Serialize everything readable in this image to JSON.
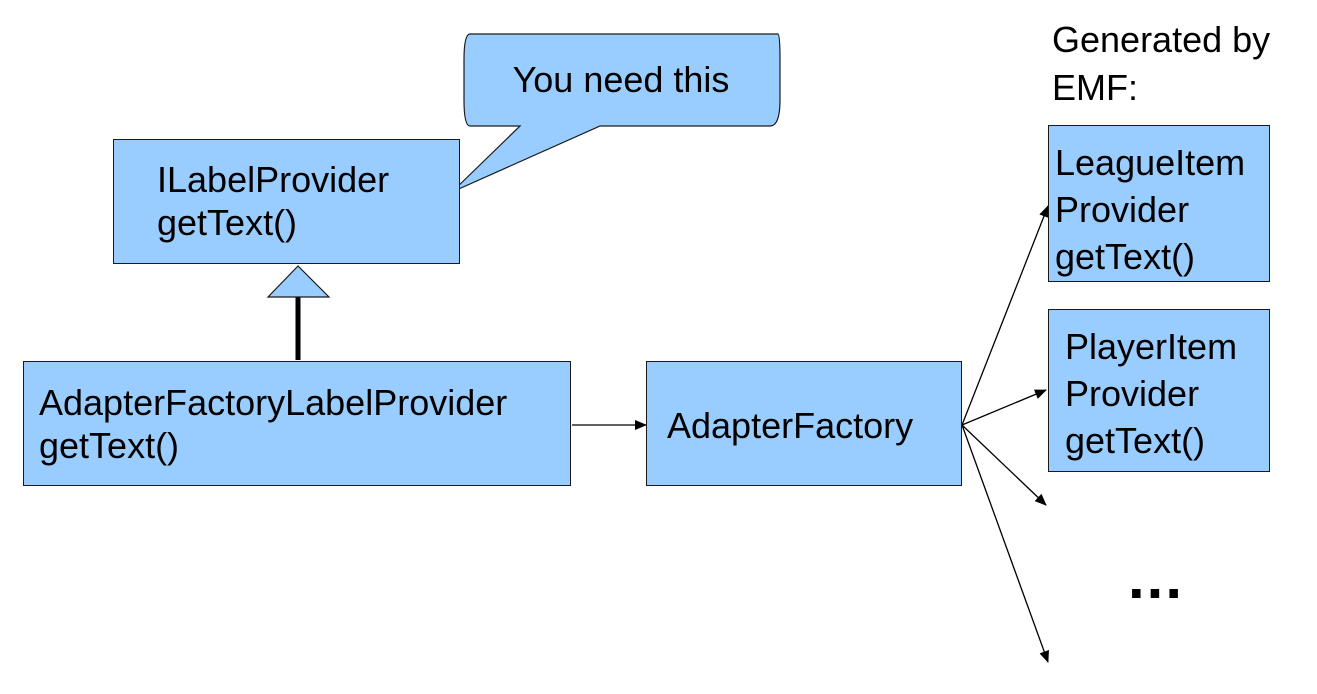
{
  "colors": {
    "box_fill": "#99ccff",
    "stroke": "#1a1a1a"
  },
  "callout": {
    "text": "You need this"
  },
  "generated_note": {
    "line1": "Generated by",
    "line2": "EMF:"
  },
  "ilabel_provider": {
    "line1": "ILabelProvider",
    "line2": "getText()"
  },
  "adapter_factory_label_provider": {
    "line1": "AdapterFactoryLabelProvider",
    "line2": "getText()"
  },
  "adapter_factory": {
    "label": "AdapterFactory"
  },
  "league_item_provider": {
    "line1": "LeagueItem",
    "line2": "Provider",
    "line3": "getText()"
  },
  "player_item_provider": {
    "line1": "PlayerItem",
    "line2": "Provider",
    "line3": "getText()"
  },
  "more_indicator": "..."
}
